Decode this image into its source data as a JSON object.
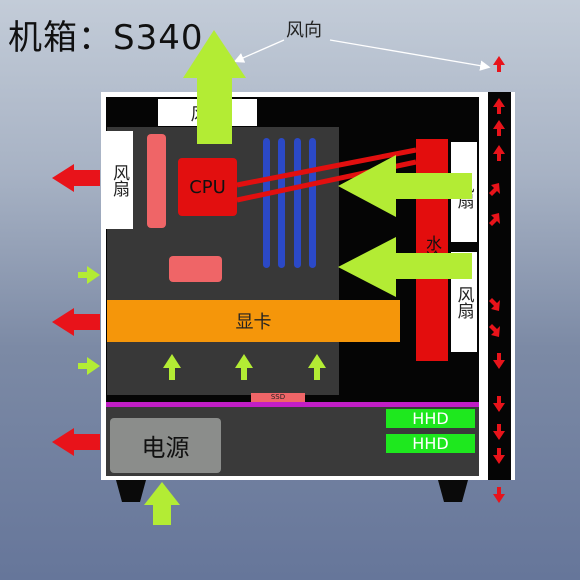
{
  "header": {
    "title": "机箱：S340",
    "wind_direction_label": "风向"
  },
  "components": {
    "top_fan": "风扇",
    "rear_fan": "风扇",
    "front_fan_upper": "风扇",
    "front_fan_lower": "风扇",
    "cpu": "CPU",
    "gpu": "显卡",
    "radiator": "水冷",
    "ssd": "SSD",
    "psu": "电源",
    "hdd_1": "HHD",
    "hdd_2": "HHD"
  },
  "colors": {
    "exhaust_arrow": "#e8131a",
    "intake_arrow": "#b3ec34",
    "component_red": "#e20f0f",
    "gpu_orange": "#f5960a",
    "hdd_green": "#1ee81e",
    "ram_blue": "#2b49c7"
  }
}
